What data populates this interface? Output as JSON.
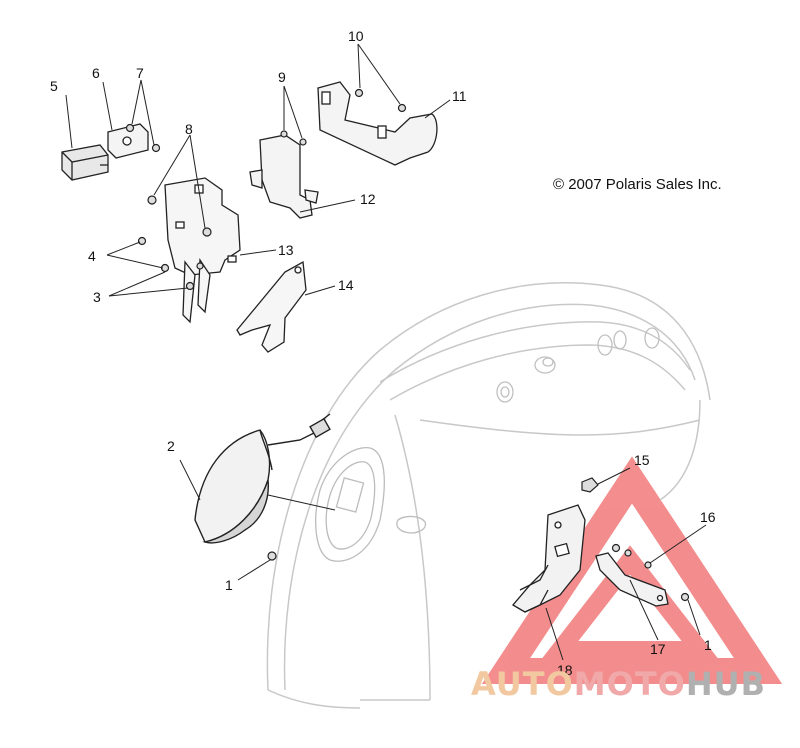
{
  "copyright": "© 2007 Polaris Sales Inc.",
  "watermark": {
    "part1": "AUTO",
    "part2": "MOTO",
    "part3": "HUB",
    "color1": "#f2c8a0",
    "color2": "#f0a8a8",
    "color3": "#b0b0b0",
    "triangle_color": "#f06868"
  },
  "callouts": {
    "c1a": "1",
    "c1b": "1",
    "c2": "2",
    "c3": "3",
    "c4": "4",
    "c5": "5",
    "c6": "6",
    "c7": "7",
    "c8": "8",
    "c9": "9",
    "c10": "10",
    "c11": "11",
    "c12": "12",
    "c13": "13",
    "c14": "14",
    "c15": "15",
    "c16": "16",
    "c17": "17",
    "c18": "18"
  }
}
